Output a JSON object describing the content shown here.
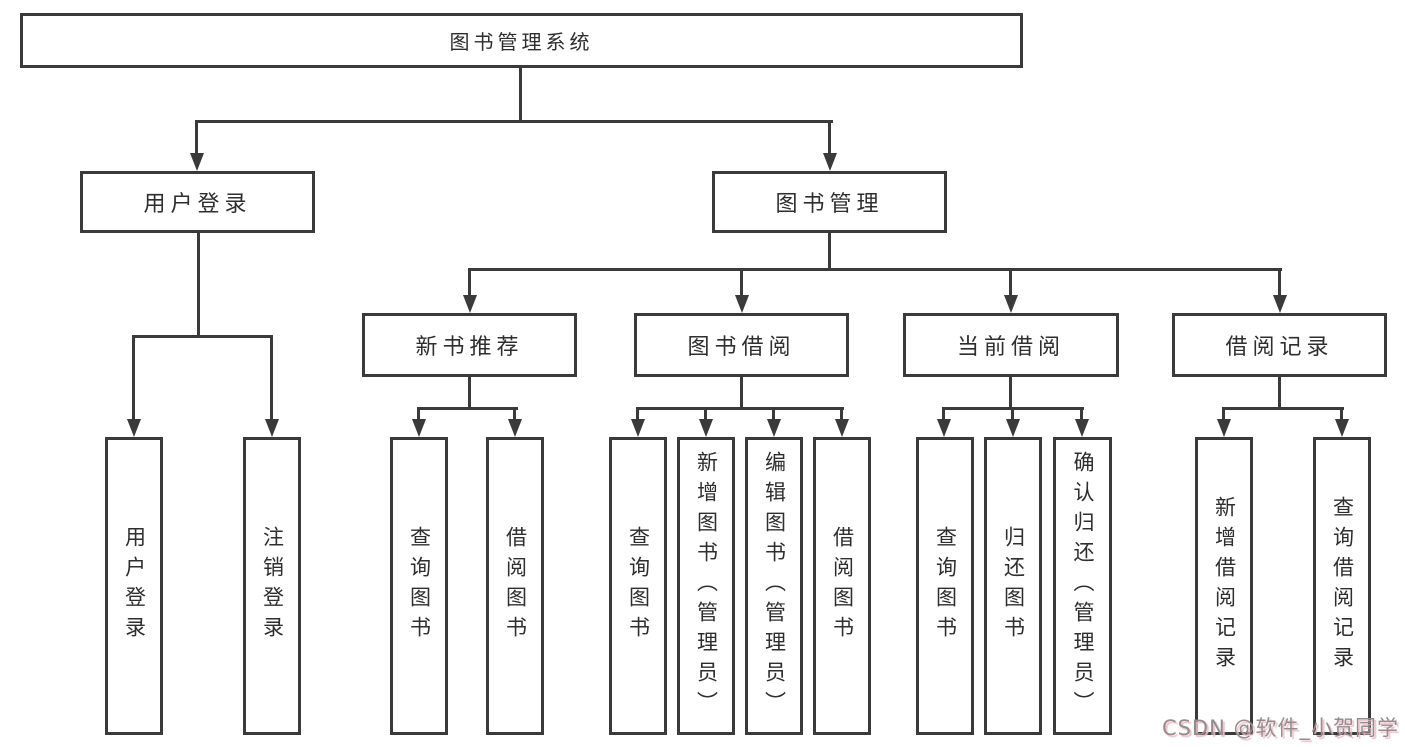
{
  "diagram_type": "tree",
  "colors": {
    "line": "#3a3a3a",
    "box_border": "#3a3a3a",
    "box_bg": "#ffffff",
    "text": "#2e2e2e",
    "watermark_gray": "#8f8f8f",
    "watermark_pink": "#f3bcc6"
  },
  "nodes": {
    "root": {
      "label": "图书管理系统"
    },
    "level2": [
      {
        "label": "用户登录"
      },
      {
        "label": "图书管理"
      }
    ],
    "level3": [
      {
        "label": "新书推荐"
      },
      {
        "label": "图书借阅"
      },
      {
        "label": "当前借阅"
      },
      {
        "label": "借阅记录"
      }
    ],
    "leaves": {
      "login": [
        "用户登录",
        "注销登录"
      ],
      "recommend": [
        "查询图书",
        "借阅图书"
      ],
      "borrow": [
        "查询图书",
        "新增图书（管理员）",
        "编辑图书（管理员）",
        "借阅图书"
      ],
      "current": [
        "查询图书",
        "归还图书",
        "确认归还（管理员）"
      ],
      "records": [
        "新增借阅记录",
        "查询借阅记录"
      ]
    }
  },
  "watermark": "CSDN @软件_小贺同学"
}
